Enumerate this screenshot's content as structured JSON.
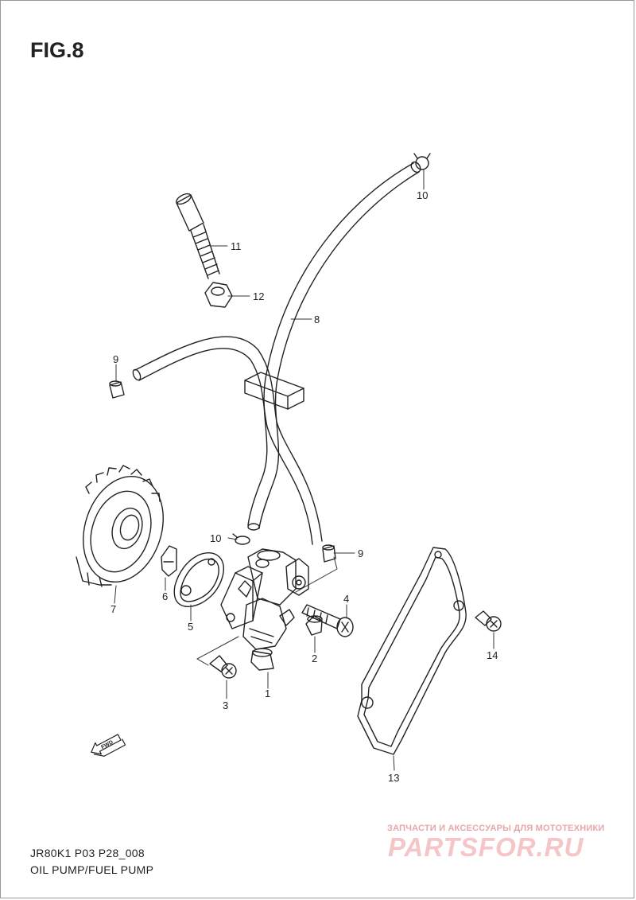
{
  "figure": {
    "title": "FIG.8"
  },
  "footer": {
    "code": "JR80K1 P03 P28_008",
    "name": "OIL PUMP/FUEL PUMP"
  },
  "fwd_marker": {
    "label": "FWD",
    "icon": "fwd-arrow-icon"
  },
  "watermark": {
    "tagline": "ЗАПЧАСТИ И АКСЕССУАРЫ ДЛЯ МОТОТЕХНИКИ",
    "brand": "PARTSFOR.RU",
    "color": "#f0b8bb"
  },
  "callouts": [
    {
      "id": "c1",
      "label": "1"
    },
    {
      "id": "c2",
      "label": "2"
    },
    {
      "id": "c3",
      "label": "3"
    },
    {
      "id": "c4",
      "label": "4"
    },
    {
      "id": "c5",
      "label": "5"
    },
    {
      "id": "c6",
      "label": "6"
    },
    {
      "id": "c7",
      "label": "7"
    },
    {
      "id": "c8",
      "label": "8"
    },
    {
      "id": "c9a",
      "label": "9"
    },
    {
      "id": "c9b",
      "label": "9"
    },
    {
      "id": "c10a",
      "label": "10"
    },
    {
      "id": "c10b",
      "label": "10"
    },
    {
      "id": "c11",
      "label": "11"
    },
    {
      "id": "c12",
      "label": "12"
    },
    {
      "id": "c13",
      "label": "13"
    },
    {
      "id": "c14",
      "label": "14"
    }
  ]
}
